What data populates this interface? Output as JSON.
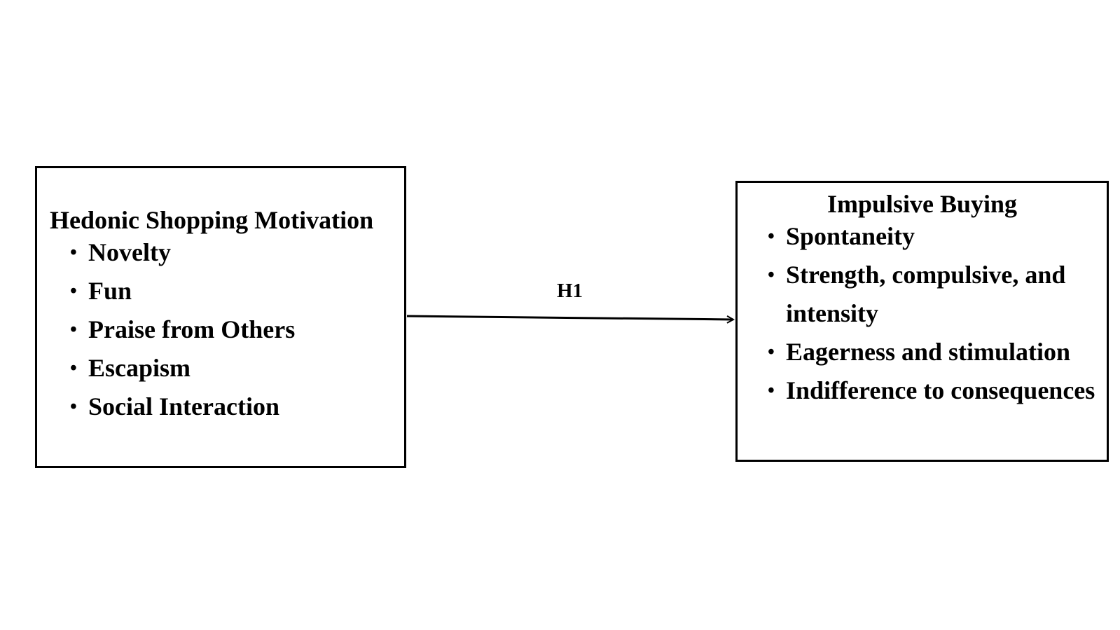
{
  "left_box": {
    "title": "Hedonic Shopping Motivation",
    "items": [
      "Novelty",
      "Fun",
      "Praise from Others",
      "Escapism",
      "Social Interaction"
    ]
  },
  "right_box": {
    "title": "Impulsive Buying",
    "items": [
      "Spontaneity",
      "Strength, compulsive, and intensity",
      "Eagerness and stimulation",
      "Indifference to consequences"
    ]
  },
  "relationship": {
    "label": "H1"
  },
  "bullet_glyph": "•"
}
